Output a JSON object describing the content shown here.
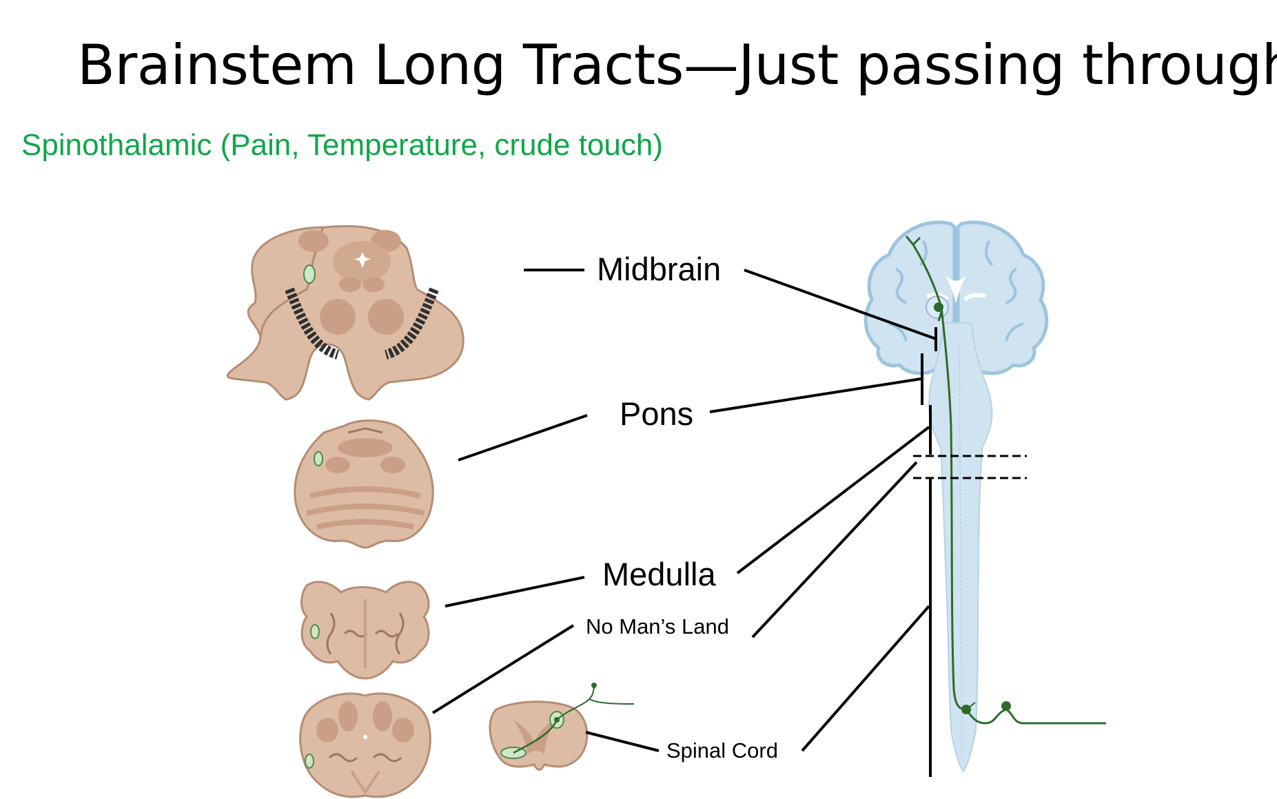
{
  "slide": {
    "title": "Brainstem Long Tracts—Just passing through!",
    "subtitle": "Spinothalamic (Pain, Temperature, crude touch)"
  },
  "labels": {
    "midbrain": "Midbrain",
    "pons": "Pons",
    "medulla": "Medulla",
    "no_mans_land": "No Man’s Land",
    "spinal_cord": "Spinal Cord"
  },
  "colors": {
    "title": "#000000",
    "subtitle": "#10a64a",
    "tissue": "#dcbca4",
    "tissue_dark": "#c99f87",
    "tissue_outline": "#b58c74",
    "brain_fill": "#cfe3f0",
    "brain_outline": "#9cc4de",
    "tract_green": "#2e6a2a",
    "tract_marker": "#cfe6c8"
  },
  "icons": {
    "midbrain_section": "midbrain-cross-section-icon",
    "pons_section": "pons-cross-section-icon",
    "medulla_rostral_section": "rostral-medulla-cross-section-icon",
    "medulla_caudal_section": "caudal-medulla-cross-section-icon",
    "spinal_section": "spinal-cord-cross-section-icon",
    "brain_coronal": "brain-coronal-section-icon"
  }
}
